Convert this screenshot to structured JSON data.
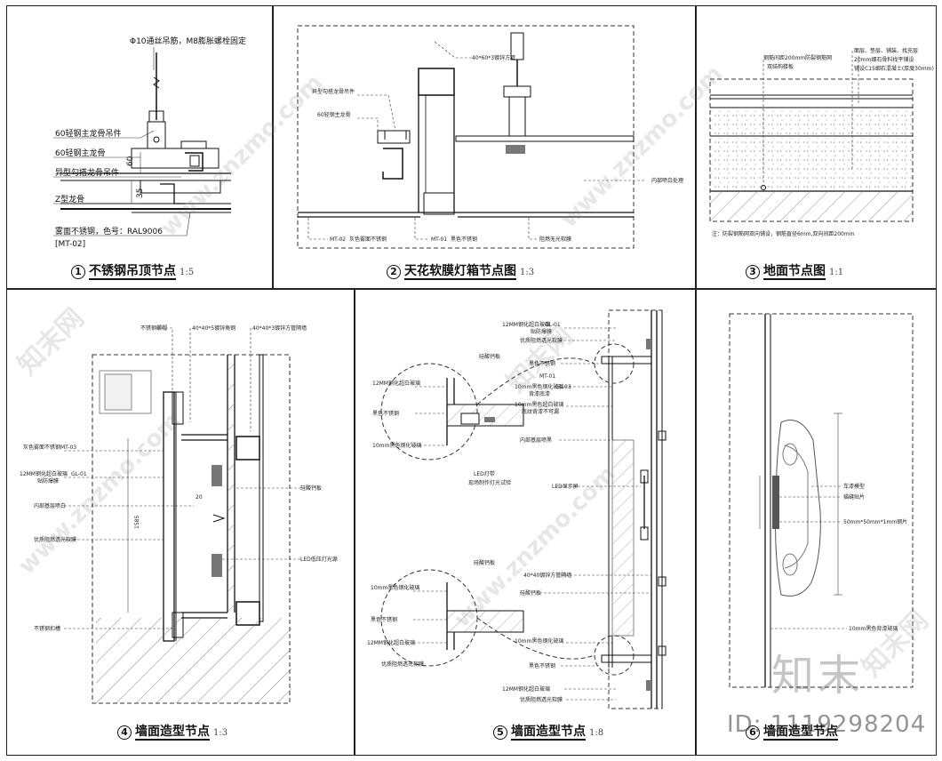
{
  "panels": {
    "p1": {
      "num": "1",
      "title": "不锈钢吊顶节点",
      "scale": "1:5",
      "labels": [
        "Φ10通丝吊筋，M8膨胀螺栓固定",
        "60轻钢主龙骨吊件",
        "60轻钢主龙骨",
        "异型勾搭龙骨吊件",
        "Z型龙骨",
        "雾面不锈钢，色号：RAL9006",
        "[MT-02]"
      ],
      "dims": [
        "60",
        "35"
      ]
    },
    "p2": {
      "num": "2",
      "title": "天花软膜灯箱节点图",
      "scale": "1:3",
      "labels": [
        "40*60*3镀锌方管",
        "异型勾搭龙骨吊件",
        "60轻钢主龙骨",
        "内部喷白处理",
        "MT-02",
        "灰色雾面不锈钢",
        "MT-01",
        "黑色不锈钢",
        "阻燃无光软膜"
      ]
    },
    "p3": {
      "num": "3",
      "title": "地面节点图",
      "scale": "1:1",
      "labels": [
        "钢筋间距200mm防裂钢筋网",
        "双结构楼板",
        "面层、垫层、铺装、找充层",
        "20mm细石骨料找平铺设",
        "铺设C15细石混凝土(厚度30mm)"
      ],
      "note": "注：防裂钢筋网双向铺设，钢筋直径6mm,双向间距200mm"
    },
    "p4": {
      "num": "4",
      "title": "墙面造型节点",
      "scale": "1:3",
      "labels": [
        "不锈钢螺帽",
        "40*40*5镀锌角钢",
        "40*40*3镀锌方管隔墙",
        "灰色雾面不锈钢",
        "MT-03",
        "12MM钢化超白玻璃",
        "GL-01",
        "贴防爆膜",
        "内部基层喷白",
        "硅酸钙板",
        "优质阻燃透光软膜",
        "LED低压灯光源",
        "不锈钢扣槽"
      ],
      "dims": [
        "20",
        "1585"
      ]
    },
    "p5": {
      "num": "5",
      "title": "墙面造型节点",
      "scale": "1:8",
      "labels": [
        "12MM钢化超白玻璃",
        "GL-01",
        "贴防爆膜",
        "优质阻燃透光软膜",
        "黑色不锈钢",
        "MT-01",
        "10mm黑色钢化玻璃",
        "GL-03",
        "背漆底漆",
        "10mm黑色超白玻璃",
        "底纹背漆不可漏",
        "内部基层喷黑",
        "LED显示屏",
        "40*40镀锌方管隔墙",
        "硅酸钙板",
        "LED灯带",
        "现场制作灯光试验"
      ]
    },
    "p6": {
      "num": "6",
      "title": "墙面造型节点",
      "scale": "",
      "labels": [
        "车漆模型",
        "描缝贴片",
        "50mm*50mm*1mm钢片",
        "10mm黑色背漆玻璃"
      ]
    }
  },
  "brand": {
    "logo_text": "知末",
    "id_text": "ID: 1119298204",
    "watermark_text": "www.znzmo.com",
    "watermark_cn": "知末网"
  }
}
